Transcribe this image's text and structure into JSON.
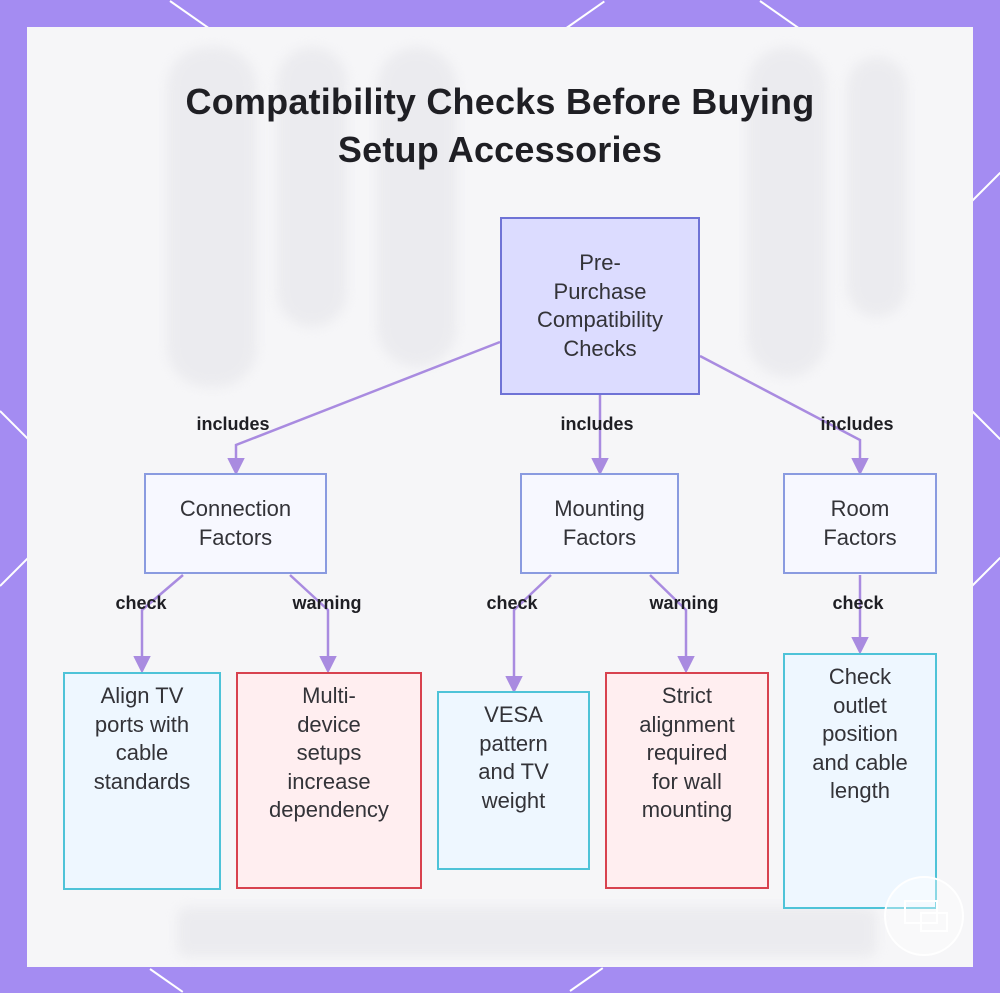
{
  "title": {
    "line1": "Compatibility Checks Before Buying",
    "line2": "Setup Accessories"
  },
  "nodes": {
    "root": [
      "Pre-",
      "Purchase",
      "Compatibility",
      "Checks"
    ],
    "connection": [
      "Connection",
      "Factors"
    ],
    "mounting": [
      "Mounting",
      "Factors"
    ],
    "room": [
      "Room",
      "Factors"
    ],
    "align_tv": [
      "Align TV",
      "ports with",
      "cable",
      "standards"
    ],
    "multi_device": [
      "Multi-",
      "device",
      "setups",
      "increase",
      "dependency"
    ],
    "vesa": [
      "VESA",
      "pattern",
      "and TV",
      "weight"
    ],
    "strict_alignment": [
      "Strict",
      "alignment",
      "required",
      "for wall",
      "mounting"
    ],
    "outlet": [
      "Check",
      "outlet",
      "position",
      "and cable",
      "length"
    ]
  },
  "edge_labels": {
    "root_connection": "includes",
    "root_mounting": "includes",
    "root_room": "includes",
    "connection_align": "check",
    "connection_multi": "warning",
    "mounting_vesa": "check",
    "mounting_strict": "warning",
    "room_outlet": "check"
  },
  "colors": {
    "background": "#a48cf2",
    "edge": "#a98be0",
    "root_fill": "#dcdcff",
    "root_border": "#6f73d6",
    "check_border": "#4ec3d8",
    "warning_border": "#d8424f"
  },
  "logo_icon": "screens-logo-icon"
}
